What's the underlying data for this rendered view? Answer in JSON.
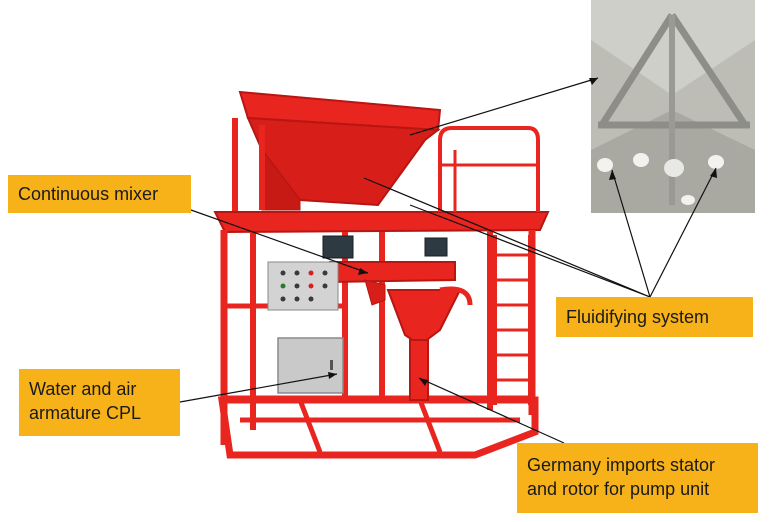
{
  "labels": {
    "mixer": "Continuous mixer",
    "fluidifying": "Fluidifying system",
    "water_line1": "Water and air",
    "water_line2": "armature CPL",
    "pump_line1": "Germany imports stator",
    "pump_line2": "and rotor for pump unit"
  },
  "colors": {
    "frame": "#e8251f",
    "frame_dark": "#b81612",
    "label_bg": "#f7b21a",
    "panel": "#c9c9c9",
    "inset_bg": "#b7b7b1"
  }
}
